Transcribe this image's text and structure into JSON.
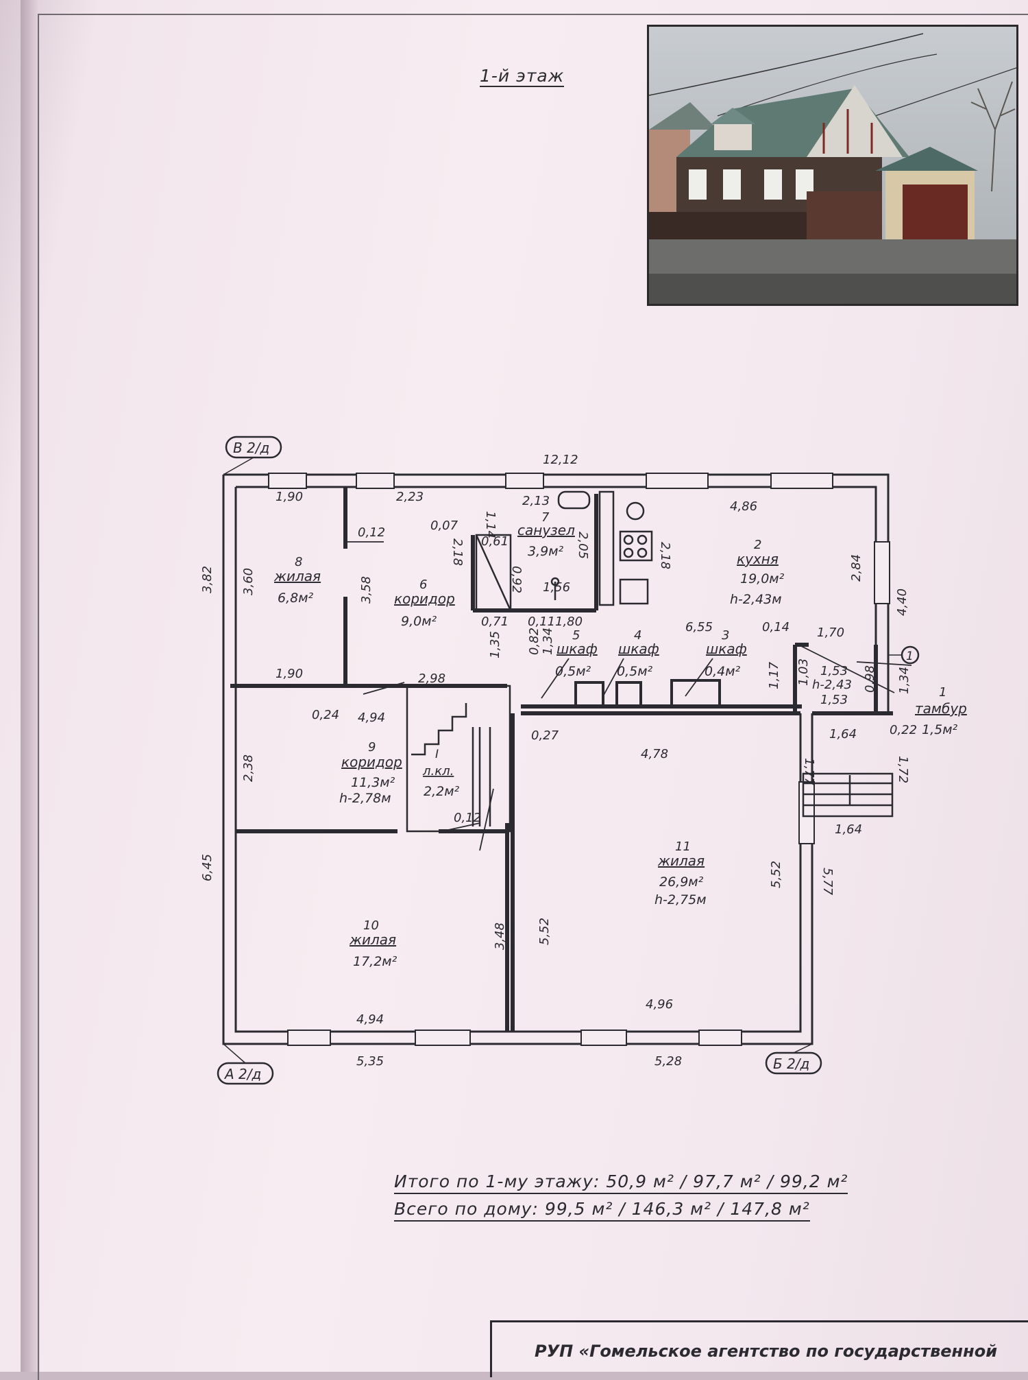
{
  "title": "1-й этаж",
  "axes": {
    "top_left": "В 2/д",
    "bottom_left": "А 2/д",
    "bottom_right": "Б 2/д",
    "marker": "1"
  },
  "rooms": {
    "r1": {
      "num": "1",
      "name": "тамбур",
      "area": "1,5м²"
    },
    "r2": {
      "num": "2",
      "name": "кухня",
      "area": "19,0м²",
      "height": "h-2,43м"
    },
    "r3": {
      "num": "3",
      "name": "шкаф",
      "area": "0,4м²"
    },
    "r4": {
      "num": "4",
      "name": "шкаф",
      "area": "0,5м²"
    },
    "r5": {
      "num": "5",
      "name": "шкаф",
      "area": "0,5м²"
    },
    "r6": {
      "num": "6",
      "name": "коридор",
      "area": "9,0м²"
    },
    "r7": {
      "num": "7",
      "name": "санузел",
      "area": "3,9м²"
    },
    "r8": {
      "num": "8",
      "name": "жилая",
      "area": "6,8м²"
    },
    "r9": {
      "num": "9",
      "name": "коридор",
      "area": "11,3м²",
      "height": "h-2,78м"
    },
    "r10": {
      "num": "10",
      "name": "жилая",
      "area": "17,2м²"
    },
    "r11": {
      "num": "11",
      "name": "жилая",
      "area": "26,9м²",
      "height": "h-2,75м"
    },
    "rI": {
      "num": "I",
      "name": "л.кл.",
      "area": "2,2м²"
    }
  },
  "dims": {
    "d01": "12,12",
    "d02": "1,90",
    "d03": "2,23",
    "d04": "2,13",
    "d05": "4,86",
    "d06": "3,82",
    "d07": "3,60",
    "d08": "0,12",
    "d09": "3,58",
    "d10": "0,07",
    "d11": "1,14",
    "d12": "2,18",
    "d13": "0,61",
    "d14": "2,05",
    "d15": "2,18",
    "d16": "0,92",
    "d17": "1,56",
    "d18": "2,84",
    "d19": "4,40",
    "d20": "0,71",
    "d21": "0,11",
    "d22": "1,80",
    "d23": "6,55",
    "d24": "0,14",
    "d25": "1,70",
    "d26": "1,35",
    "d27": "0,82",
    "d28": "1,34",
    "d29": "1,17",
    "d30": "1,03",
    "d31": "1,53",
    "d32": "h-2,43",
    "d33": "1,53",
    "d34": "0,98",
    "d35": "1,34",
    "d36": "1,90",
    "d37": "2,98",
    "d38": "0,24",
    "d39": "4,94",
    "d40": "0,27",
    "d41": "4,78",
    "d42": "1,64",
    "d43": "0,22",
    "d44": "1,77",
    "d45": "1,72",
    "d46": "2,38",
    "d47": "1,64",
    "d48": "0,12",
    "d49": "6,45",
    "d50": "5,52",
    "d51": "5,77",
    "d52": "3,48",
    "d53": "5,52",
    "d54": "4,96",
    "d55": "4,94",
    "d56": "5,35",
    "d57": "5,28"
  },
  "totals": {
    "floor": "Итого по 1-му этажу: 50,9 м² / 97,7 м² / 99,2 м²",
    "house": "Всего по дому: 99,5 м² / 146,3 м² / 147,8 м²"
  },
  "stamp": "РУП «Гомельское агентство по государственной"
}
